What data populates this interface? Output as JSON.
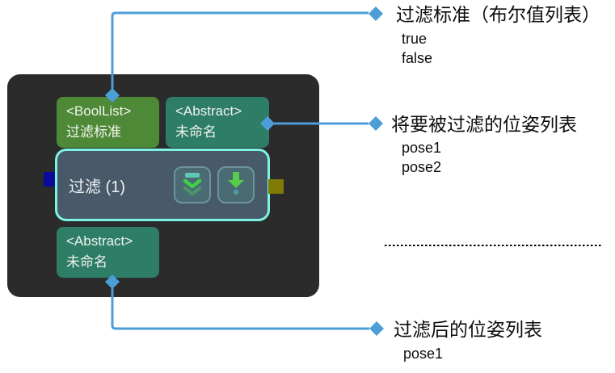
{
  "node": {
    "title": "过滤 (1)",
    "ports": {
      "input_criteria": {
        "type": "<BoolList>",
        "name": "过滤标准"
      },
      "input_poses": {
        "type": "<Abstract>",
        "name": "未命名"
      },
      "output_poses": {
        "type": "<Abstract>",
        "name": "未命名"
      }
    },
    "buttons": {
      "collapse_icon": "double-chevron-down-icon",
      "step_icon": "down-arrow-dot-icon"
    }
  },
  "annotations": [
    {
      "title": "过滤标准（布尔值列表）",
      "items": [
        "true",
        "false"
      ]
    },
    {
      "title": "将要被过滤的位姿列表",
      "items": [
        "pose1",
        "pose2"
      ]
    },
    {
      "title": "过滤后的位姿列表",
      "items": [
        "pose1"
      ]
    }
  ],
  "colors": {
    "connector_blue": "#4c9ed9",
    "panel_bg": "#2b2b2b",
    "port_green": "#4e8937",
    "port_teal": "#2d7d67",
    "node_body": "#48596a",
    "node_border": "#7cf2e3",
    "stub_navy": "#0b0b97",
    "stub_olive": "#7f7b04"
  }
}
